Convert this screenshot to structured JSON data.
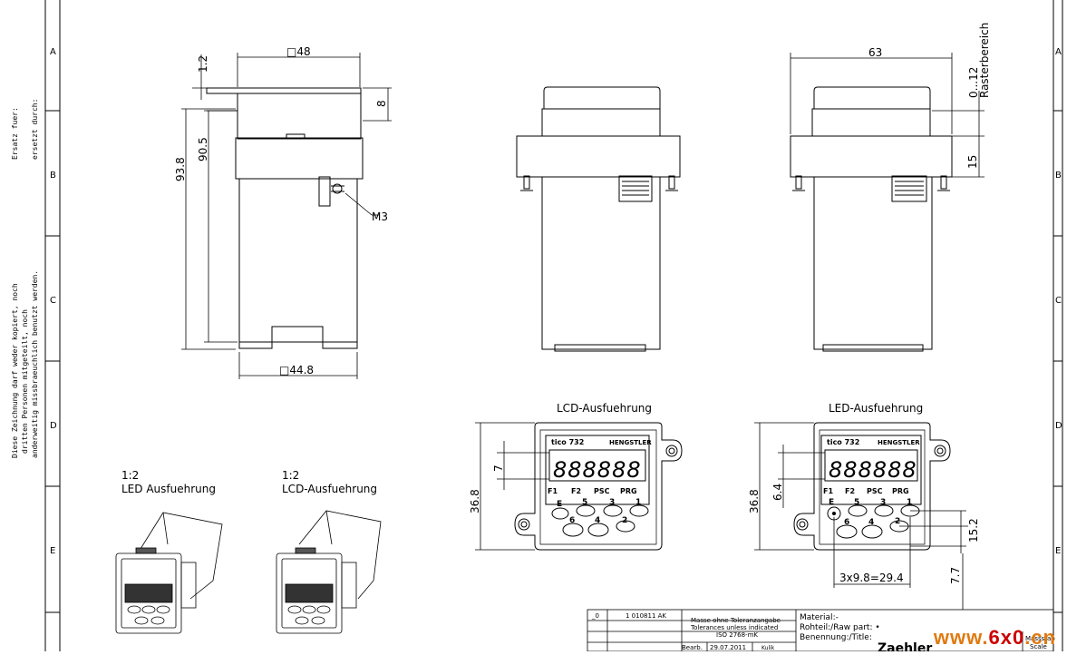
{
  "frame": {
    "row_letters": [
      "A",
      "B",
      "C",
      "D",
      "E"
    ]
  },
  "side_notes": {
    "replacement_a": "Ersatz fuer:",
    "replacement_b": "ersetzt durch:",
    "copyright_1": "Diese Zeichnung darf weder kopiert, noch",
    "copyright_2": "dritten Personen mitgeteilt, noch",
    "copyright_3": "anderweitig missbraeuchlich benutzt werden."
  },
  "dimensions": {
    "front_width": "□48",
    "flange_thickness": "1.2",
    "top_height": "8",
    "overall_height": "93.8",
    "body_height": "90.5",
    "thread": "M3",
    "bottom_width": "□44.8",
    "side_width": "63",
    "raster_range": "0...12",
    "raster_label": "Rasterbereich",
    "bracket_height": "15",
    "lcd_digit_height": "7",
    "lcd_front_height": "36.8",
    "led_digit_height": "6.4",
    "led_front_height": "36.8",
    "key_pitch": "3x9.8=29.4",
    "key_vert": "15.2",
    "key_row": "7.7"
  },
  "views": {
    "lcd_title": "LCD-Ausfuehrung",
    "led_title": "LED-Ausfuehrung",
    "scale_led": "1:2",
    "iso_led": "LED Ausfuehrung",
    "scale_lcd": "1:2",
    "iso_lcd": "LCD-Ausfuehrung"
  },
  "device_face": {
    "model": "tico 732",
    "brand": "HENGSTLER",
    "digits": "888888",
    "fkeys": [
      "F1",
      "F2",
      "PSC",
      "PRG"
    ],
    "key_top": [
      "E",
      "5",
      "3",
      "1"
    ],
    "key_bottom": [
      "6",
      "4",
      "2"
    ]
  },
  "title_block": {
    "rev": "_0",
    "doc_no": "1 010811 AK",
    "tol_1": "Masse ohne Toleranzangabe",
    "tol_2": "Tolerances unless indicated",
    "tol_3": "ISO 2768-mK",
    "material": "Material:-",
    "raw_part": "Rohteil:/Raw part: •",
    "title": "Benennung:/Title:",
    "bearb": "Bearb.",
    "date": "29.07.2011",
    "author": "Kulik",
    "measured": "Massstab",
    "scale": "Scale",
    "company": "Zaehler"
  },
  "watermark": {
    "pre": "www.",
    "mid": "6x0",
    "post": ".cn"
  }
}
